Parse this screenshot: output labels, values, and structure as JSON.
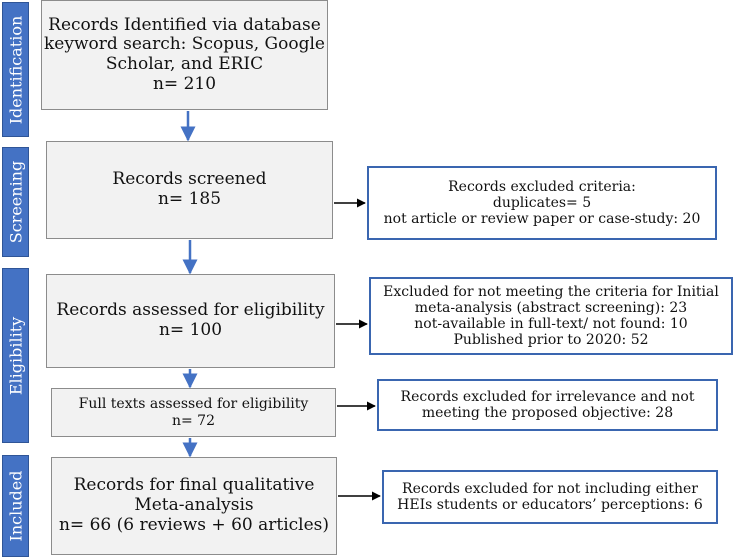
{
  "phases": {
    "identification": "Identification",
    "screening": "Screening",
    "eligibility": "Eligibility",
    "included": "Included"
  },
  "identified": {
    "line1": "Records Identified via database",
    "line2": "keyword search: Scopus, Google",
    "line3": "Scholar, and ERIC",
    "count": "n= 210"
  },
  "screened": {
    "label": "Records screened",
    "count": "n= 185"
  },
  "excluded_screening": {
    "line1": "Records excluded criteria:",
    "line2": "duplicates= 5",
    "line3": "not article or review paper or case-study: 20"
  },
  "assessed": {
    "label": "Records assessed for eligibility",
    "count": "n= 100"
  },
  "excluded_eligibility": {
    "line1": "Excluded for not meeting the criteria for Initial",
    "line2": "meta-analysis (abstract screening): 23",
    "line3": "not-available in full-text/ not found: 10",
    "line4": "Published prior to 2020: 52"
  },
  "fulltext": {
    "label": "Full texts assessed for eligibility",
    "count": "n= 72"
  },
  "excluded_fulltext": {
    "line1": "Records excluded for irrelevance and not",
    "line2": "meeting the proposed objective: 28"
  },
  "final": {
    "line1": "Records for final qualitative",
    "line2": "Meta-analysis",
    "count": "n= 66 (6 reviews + 60 articles)"
  },
  "excluded_final": {
    "line1": "Records excluded for not including either",
    "line2": "HEIs students or educators’ perceptions: 6"
  }
}
